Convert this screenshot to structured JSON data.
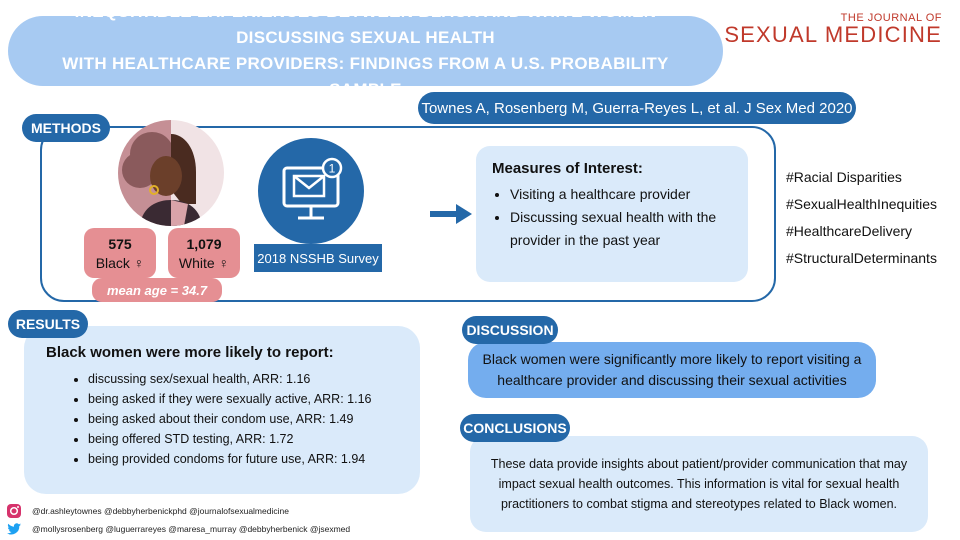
{
  "title": {
    "line1": "INEQUITABLE EXPERIENCES BETWEEN BLACK AND WHITE WOMEN DISCUSSING SEXUAL HEALTH",
    "line2": "WITH HEALTHCARE PROVIDERS: FINDINGS FROM A U.S. PROBABILITY SAMPLE"
  },
  "journal": {
    "small": "THE JOURNAL OF",
    "big": "SEXUAL MEDICINE"
  },
  "citation": "Townes A, Rosenberg M, Guerra-Reyes L, et al. J Sex Med 2020",
  "methods": {
    "label": "METHODS",
    "black": {
      "n": "575",
      "label": "Black ♀"
    },
    "white": {
      "n": "1,079",
      "label": "White ♀"
    },
    "mean_age": "mean age = 34.7",
    "survey": "2018 NSSHB Survey",
    "survey_badge": "1",
    "measures_title": "Measures of Interest:",
    "measures": [
      "Visiting a healthcare provider",
      "Discussing sexual health with the provider in the past year"
    ]
  },
  "hashtags": [
    "#Racial Disparities",
    "#SexualHealthInequities",
    "#HealthcareDelivery",
    "#StructuralDeterminants"
  ],
  "results": {
    "label": "RESULTS",
    "title": "Black women were more likely to report:",
    "items": [
      "discussing sex/sexual health, ARR: 1.16",
      "being asked if they were sexually active, ARR: 1.16",
      "being asked about their condom use, ARR: 1.49",
      "being offered STD testing, ARR: 1.72",
      "being provided condoms for future use, ARR: 1.94"
    ]
  },
  "discussion": {
    "label": "DISCUSSION",
    "text": "Black women were significantly more likely to report visiting a healthcare provider and discussing their sexual activities"
  },
  "conclusions": {
    "label": "CONCLUSIONS",
    "text": "These data provide insights about patient/provider communication that may impact sexual health outcomes. This information is vital for sexual health practitioners to combat stigma and stereotypes related to Black women."
  },
  "social": {
    "instagram": "@dr.ashleytownes @debbyherbenickphd @journalofsexualmedicine",
    "twitter": "@mollysrosenberg @luguerrareyes @maresa_murray @debbyherbenick @jsexmed"
  },
  "colors": {
    "accent": "#2468a8",
    "title_bg": "#a7caf2",
    "light_box": "#daeafa",
    "pink": "#e58f93",
    "journal_red": "#c0392b"
  },
  "icons": [
    "women-avatar-icon",
    "monitor-mail-icon",
    "arrow-right-icon",
    "instagram-icon",
    "twitter-icon"
  ]
}
